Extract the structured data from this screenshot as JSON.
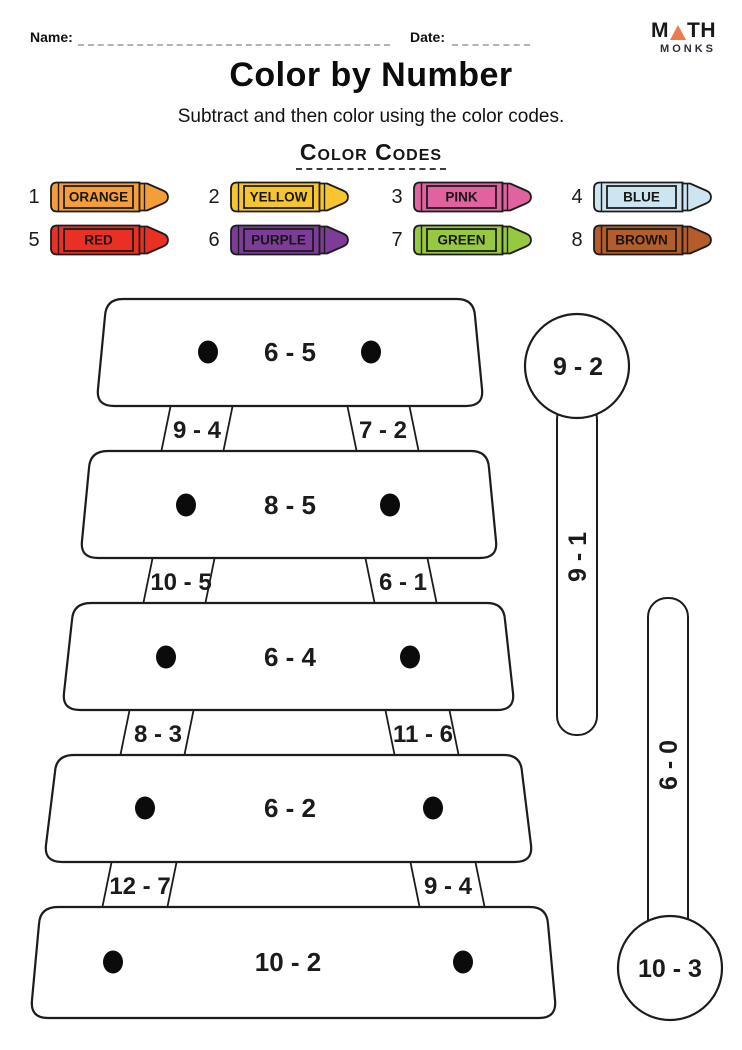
{
  "header": {
    "name_label": "Name:",
    "date_label": "Date:",
    "brand_top_left": "M",
    "brand_top_right": "TH",
    "brand_bottom": "MONKS",
    "brand_accent_color": "#e87c4e"
  },
  "title": "Color by Number",
  "subtitle": "Subtract and then color using the color codes.",
  "color_codes": {
    "heading": "Color Codes",
    "items": [
      {
        "number": "1",
        "label": "ORANGE",
        "color": "#f59d38"
      },
      {
        "number": "2",
        "label": "YELLOW",
        "color": "#f7c62f"
      },
      {
        "number": "3",
        "label": "PINK",
        "color": "#e0639f"
      },
      {
        "number": "4",
        "label": "BLUE",
        "color": "#cde5f0"
      },
      {
        "number": "5",
        "label": "RED",
        "color": "#ea2f25"
      },
      {
        "number": "6",
        "label": "PURPLE",
        "color": "#7d3c98"
      },
      {
        "number": "7",
        "label": "GREEN",
        "color": "#96c940"
      },
      {
        "number": "8",
        "label": "BROWN",
        "color": "#b45c2a"
      }
    ]
  },
  "xylophone": {
    "bars": [
      {
        "problem": "6 - 5"
      },
      {
        "problem": "8 - 5"
      },
      {
        "problem": "6 - 4"
      },
      {
        "problem": "6 - 2"
      },
      {
        "problem": "10 - 2"
      }
    ],
    "connectors": [
      {
        "left": "9 - 4",
        "right": "7 - 2"
      },
      {
        "left": "10 - 5",
        "right": "6 - 1"
      },
      {
        "left": "8 - 3",
        "right": "11 - 6"
      },
      {
        "left": "12 - 7",
        "right": "9 - 4"
      }
    ],
    "mallets": {
      "top": {
        "head": "9 - 2",
        "stick": "9 - 1"
      },
      "bottom": {
        "head": "10 - 3",
        "stick": "6 - 0"
      }
    }
  }
}
